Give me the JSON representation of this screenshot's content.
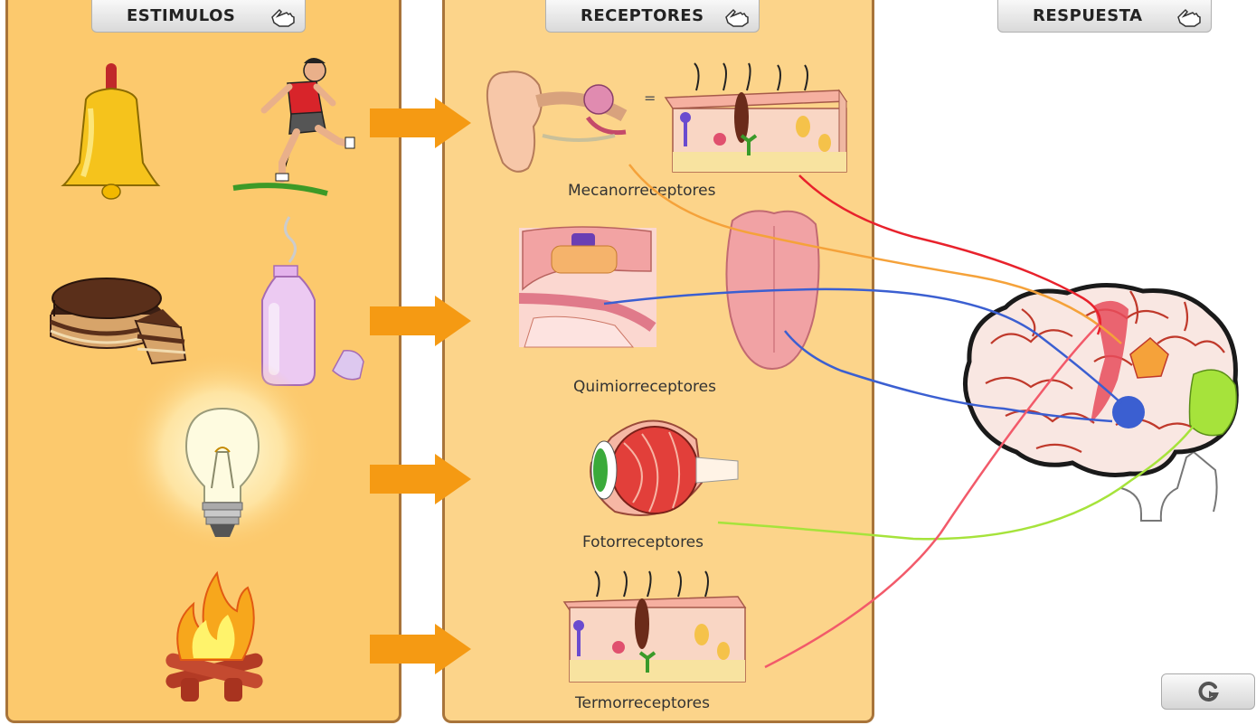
{
  "tabs": {
    "estimulos": "ESTIMULOS",
    "receptores": "RECEPTORES",
    "respuesta": "RESPUESTA"
  },
  "receptors": {
    "mecano": "Mecanorreceptores",
    "quimio": "Quimiorreceptores",
    "foto": "Fotorreceptores",
    "termo": "Termorreceptores"
  },
  "icons": {
    "tab_hand": "pointing-hand-icon",
    "reset": "reset-icon"
  },
  "colors": {
    "stimulus_panel": "#fcc96d",
    "receptor_panel": "#fcd48a",
    "panel_border": "#a8743a",
    "arrow": "#f59a13",
    "mecano_line_1": "#e8222c",
    "mecano_line_2": "#f5a23a",
    "quimio_line": "#3b5fd1",
    "foto_line": "#a6e33b",
    "termo_line": "#f25a6a"
  }
}
